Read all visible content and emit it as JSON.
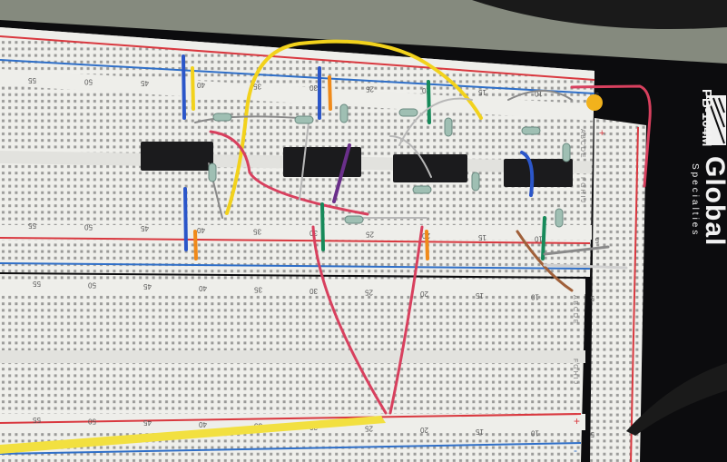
{
  "board": {
    "model": "PB-104M",
    "brand_name": "Global",
    "brand_sub": "Specialties",
    "column_numbers_top": [
      "55",
      "50",
      "45",
      "40",
      "35",
      "30",
      "25",
      "20",
      "15",
      "10",
      "5"
    ],
    "column_numbers_bottom": [
      "55",
      "50",
      "45",
      "40",
      "35",
      "30",
      "25",
      "20",
      "15",
      "10",
      "5"
    ],
    "row_letters_upper": "A B C D E",
    "row_letters_lower": "F G H I J",
    "rail_plus": "+",
    "rail_minus": "-"
  },
  "colors": {
    "board_white": "#eeeeea",
    "base_black": "#0c0c0e",
    "rail_red": "#d9383f",
    "rail_blue": "#2f6fc8",
    "wire_yellow": "#f2d21c",
    "wire_red": "#d8405e",
    "wire_blue": "#2b56c9",
    "wire_green": "#178a5a",
    "wire_orange": "#f08a1a",
    "chip_black": "#1b1b1d"
  },
  "icons": [
    "logo-sunburst-icon"
  ]
}
